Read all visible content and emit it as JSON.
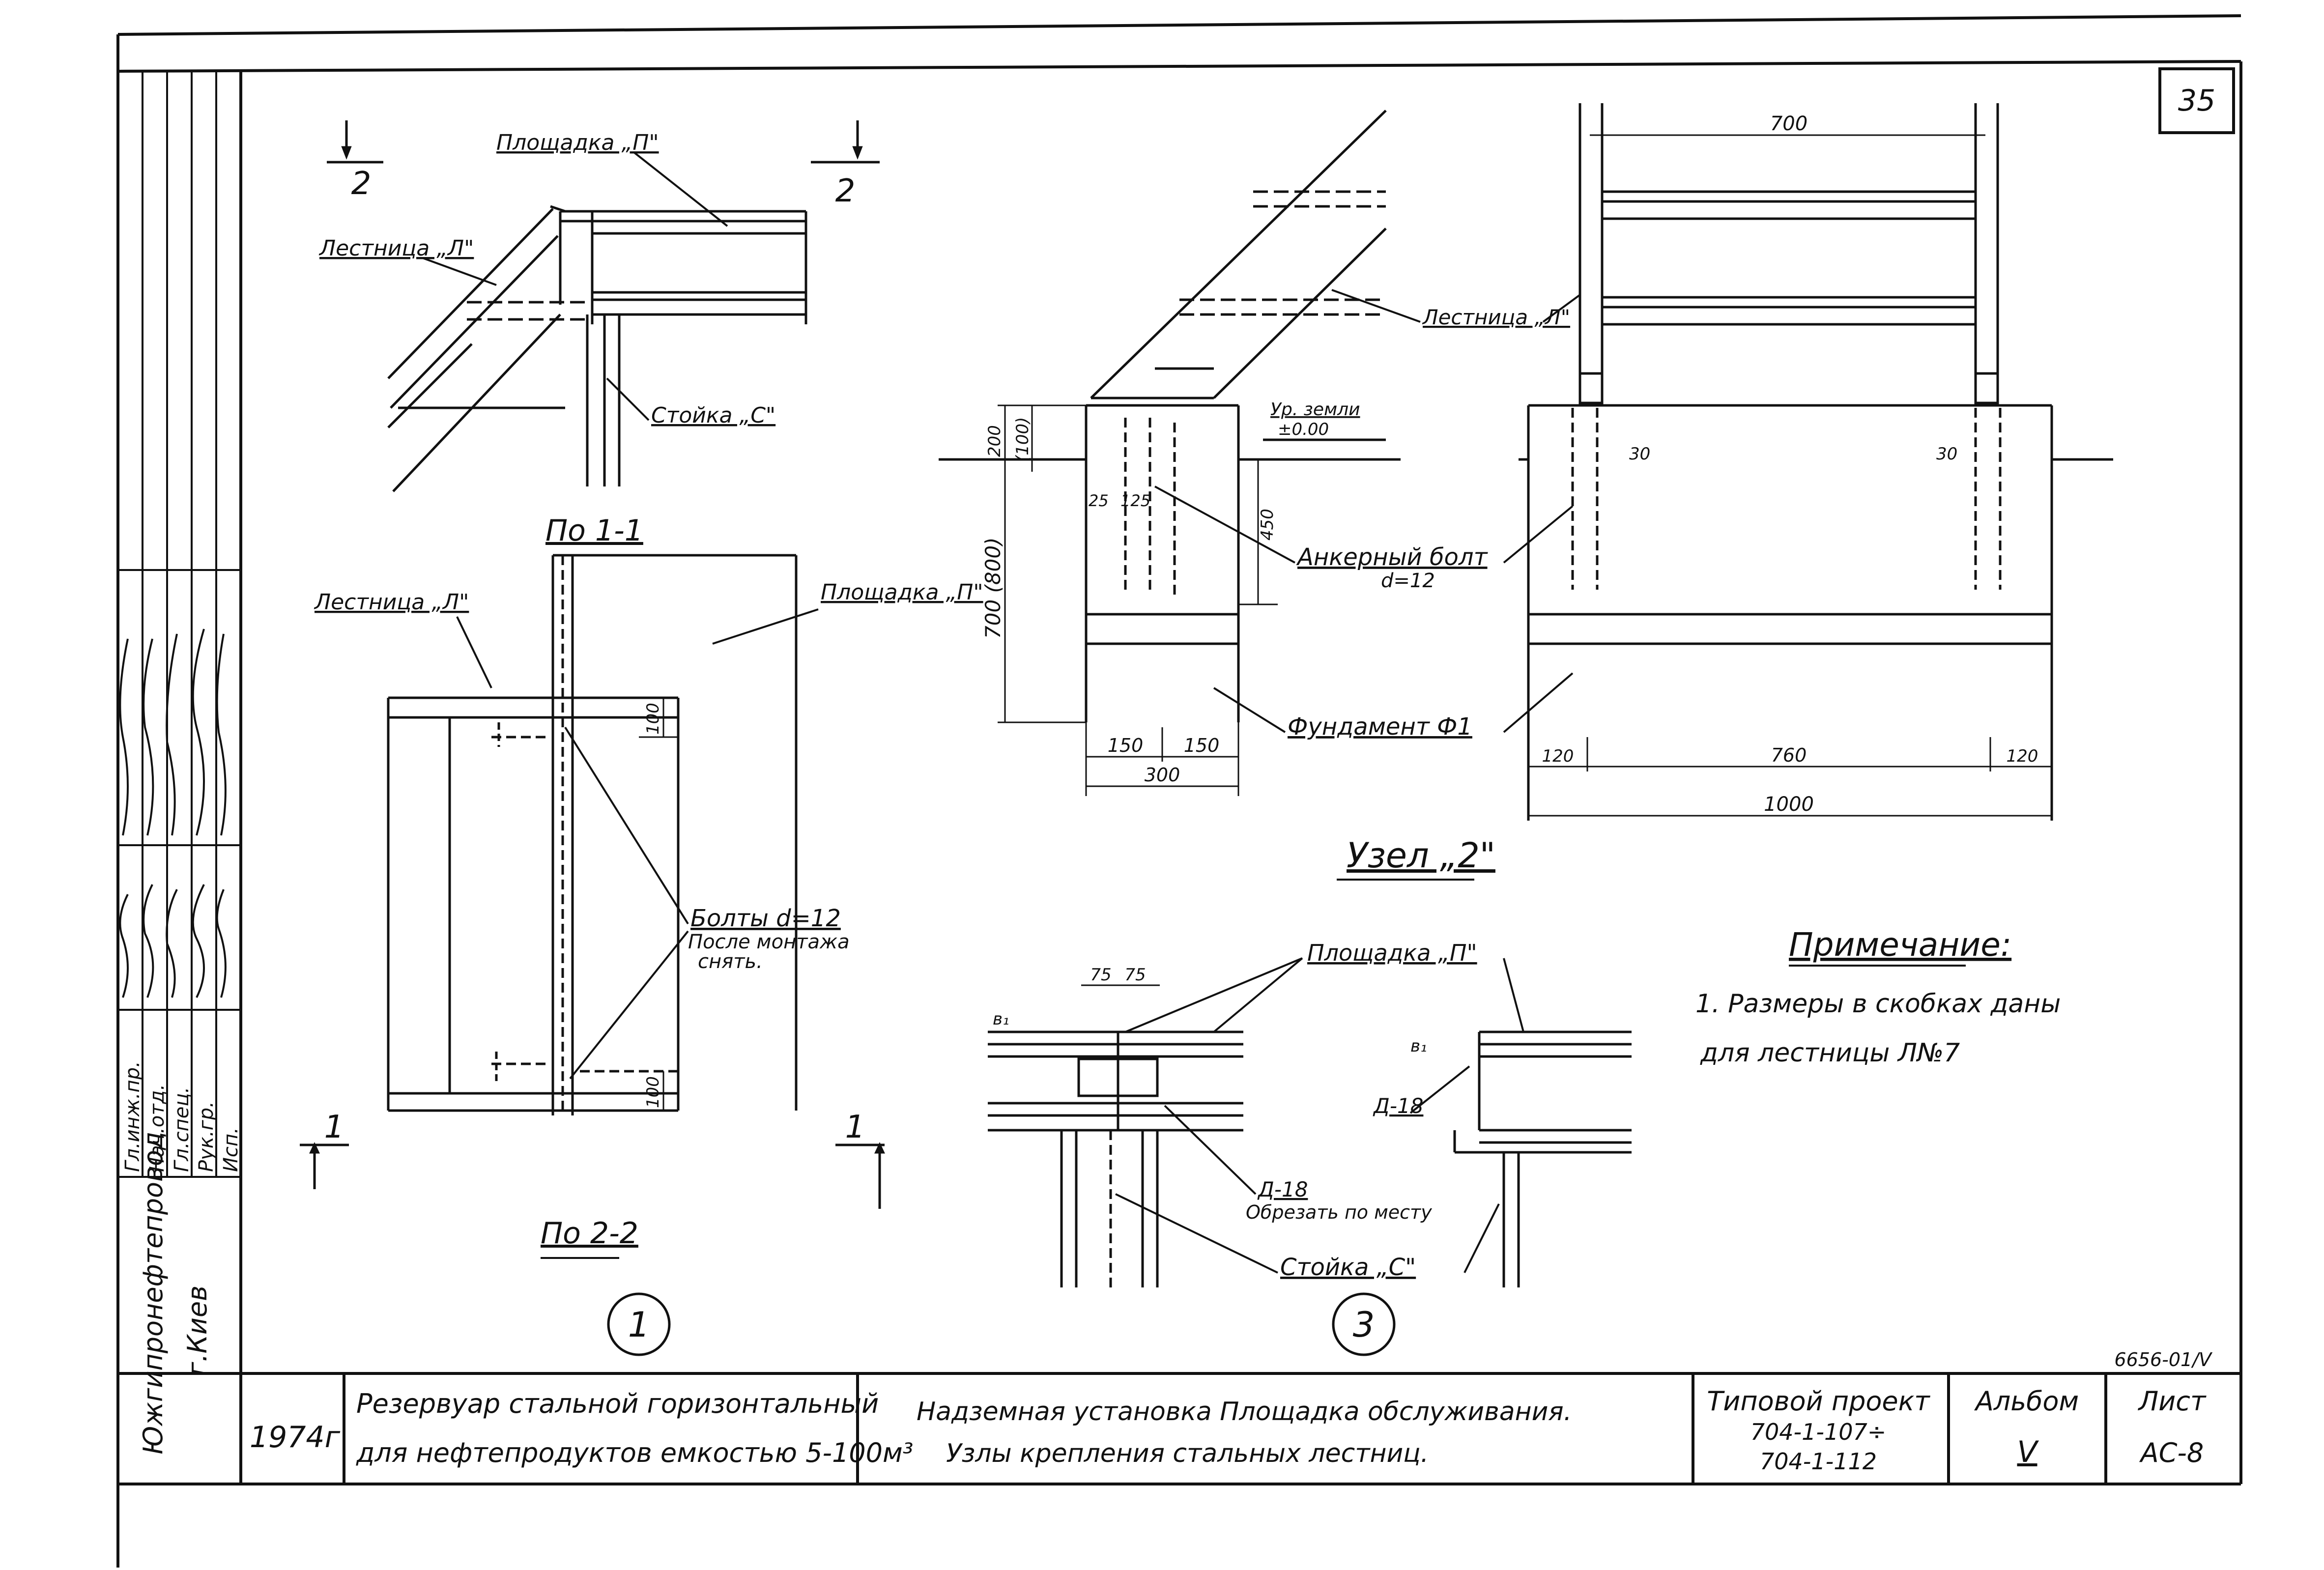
{
  "sheet": {
    "sheet_number": "35",
    "year": "1974г",
    "title_left_1": "Резервуар стальной горизонтальный",
    "title_left_2": "для нефтепродуктов емкостью 5-100м³",
    "title_center_1": "Надземная установка Площадка обслуживания.",
    "title_center_2": "Узлы крепления стальных лестниц.",
    "project_label": "Типовой проект",
    "project_code_1": "704-1-107÷",
    "project_code_2": "704-1-112",
    "album_label": "Альбом",
    "album_value": "V",
    "list_label": "Лист",
    "list_value": "АС-8",
    "archive_number": "6656-01/V",
    "side_org_1": "Южгипронефтепровод",
    "side_org_2": "г.Киев",
    "side_roles": [
      "Гл.инж.пр.",
      "Нач.отд.",
      "Гл.спец.",
      "Рук.гр.",
      "Исп."
    ]
  },
  "view_top_left": {
    "section_mark": "2",
    "label_platform": "Площадка „П\"",
    "label_stair": "Лестница „Л\"",
    "label_post": "Стойка „С\""
  },
  "view_plan": {
    "title_top": "По 1-1",
    "title_bottom": "По 2-2",
    "section_mark": "1",
    "label_stair": "Лестница „Л\"",
    "label_platform": "Площадка „П\"",
    "label_bolts": "Болты d=12",
    "label_bolts_note_1": "После монтажа",
    "label_bolts_note_2": "снять.",
    "dim_100_top": "100",
    "dim_100_bottom": "100",
    "circle_number": "1"
  },
  "view_node2": {
    "title": "Узел „2\"",
    "label_ground": "Ур. земли",
    "label_ground_level": "±0.00",
    "label_stair": "Лестница „Л\"",
    "label_anchor": "Анкерный болт",
    "label_anchor_d": "d=12",
    "label_foundation": "Фундамент Ф1",
    "dim_200": "200",
    "dim_100": "(100)",
    "dim_700": "700 (800)",
    "dim_25": "25",
    "dim_125": "125",
    "dim_450": "450",
    "dim_150_a": "150",
    "dim_150_b": "150",
    "dim_300": "300",
    "dim_700_top": "700",
    "dim_30_a": "30",
    "dim_30_b": "30",
    "dim_120_a": "120",
    "dim_760": "760",
    "dim_120_b": "120",
    "dim_1000": "1000"
  },
  "view_node3": {
    "circle_number": "3",
    "label_platform": "Площадка „П\"",
    "label_l18_left": "Д-18",
    "label_l18_bottom": "Д-18",
    "label_cut": "Обрезать по месту",
    "label_post": "Стойка „С\"",
    "dim_75_a": "75",
    "dim_75_b": "75",
    "dim_b1": "в₁",
    "dim_b1_right": "в₁"
  },
  "note": {
    "heading": "Примечание:",
    "line_1": "1. Размеры в скобках даны",
    "line_2": "для лестницы Л№7"
  }
}
